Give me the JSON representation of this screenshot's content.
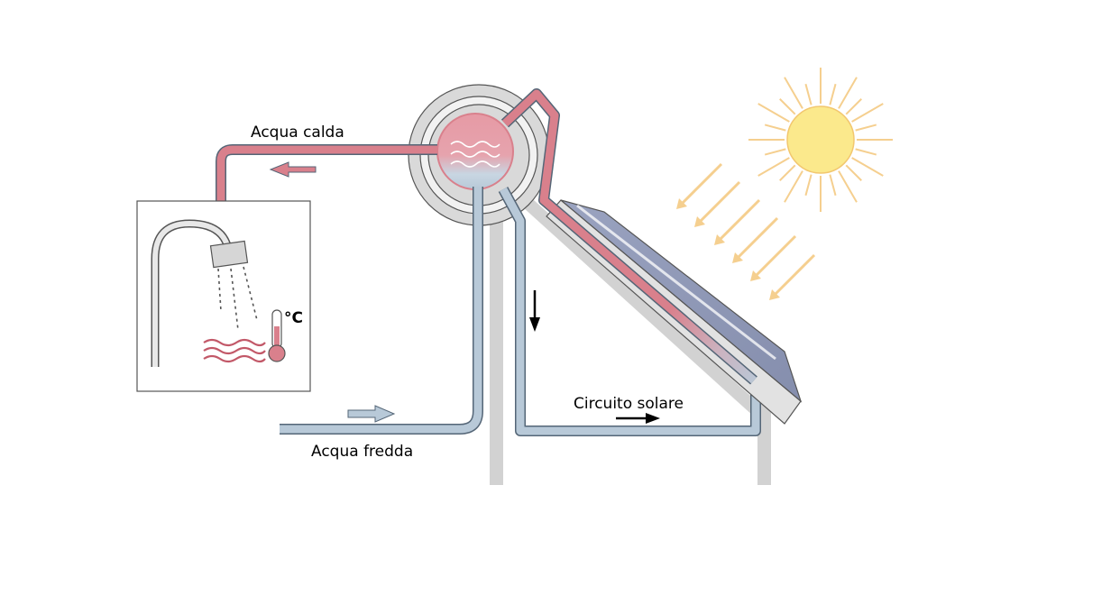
{
  "diagram": {
    "labels": {
      "hot_water": "Acqua calda",
      "cold_water": "Acqua fredda",
      "solar_circuit": "Circuito solare",
      "temperature_unit": "°C"
    },
    "colors": {
      "hot": "#d9808c",
      "cold": "#b8c9d8",
      "pipe_outline": "#556677",
      "sun": "#fbe98c",
      "sun_rays": "#f5cf8f",
      "panel_glass": "#8d96b5",
      "support": "#d2d2d2"
    }
  }
}
